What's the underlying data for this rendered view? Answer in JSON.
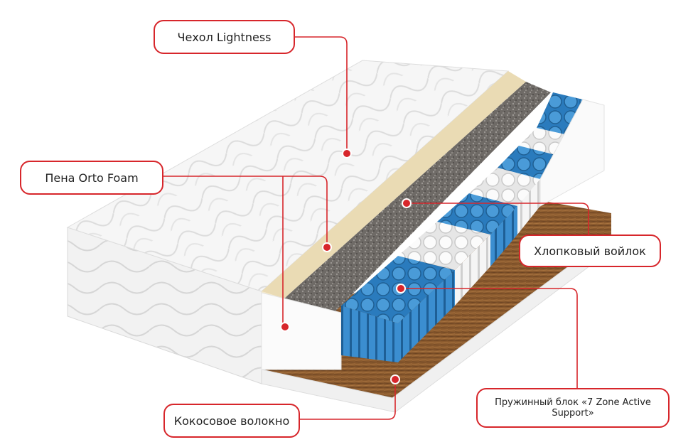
{
  "labels": {
    "cover": "Чехол Lightness",
    "foam": "Пена Orto Foam",
    "cotton": "Хлопковый войлок",
    "spring": "Пружинный блок «7 Zone Active Support»",
    "coconut": "Кокосовое волокно"
  },
  "colors": {
    "accent": "#d7262b",
    "cover": "#f4f4f4",
    "foam": "#f1e6c8",
    "felt": "#6e6a66",
    "coir": "#8a5a2e",
    "spring_blue": "#2f86c9",
    "spring_white": "#f7f7f7"
  }
}
